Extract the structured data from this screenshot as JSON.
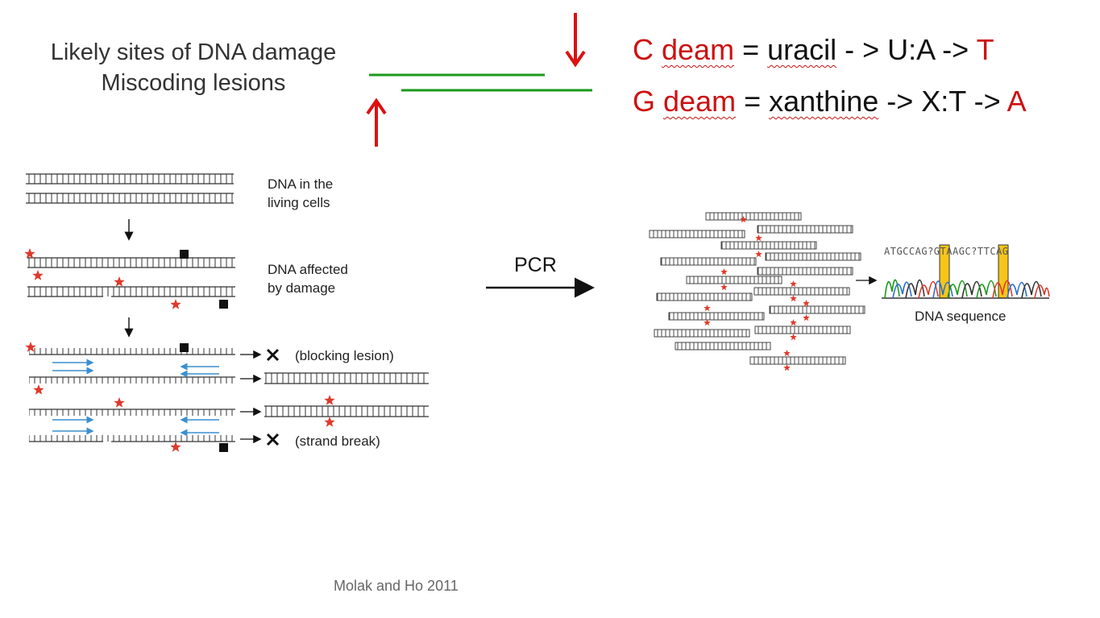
{
  "title": {
    "line1": "Likely sites of DNA damage",
    "line2": "Miscoding lesions"
  },
  "equations": {
    "c": {
      "prefix": "C",
      "deam": "deam",
      "eq": " = ",
      "product": "uracil",
      "chain": " - > U:A -> ",
      "result": "T"
    },
    "g": {
      "prefix": "G",
      "deam": "deam",
      "eq": " = ",
      "product": "xanthine",
      "chain": " -> X:T -> ",
      "result": "A"
    }
  },
  "labels": {
    "living": [
      "DNA in the",
      "living cells"
    ],
    "affected": [
      "DNA affected",
      "by damage"
    ],
    "blocking": "(blocking lesion)",
    "strand_break": "(strand break)",
    "pcr": "PCR",
    "sequence": "DNA sequence",
    "sequence_read": "ATGCCAG?GTAAGC?TTCAG"
  },
  "citation": "Molak and Ho 2011",
  "colors": {
    "accent_red": "#cc1111",
    "strand_green": "#1a9a1a",
    "star_red": "#e0392b",
    "primer_blue": "#3a8fd0"
  }
}
